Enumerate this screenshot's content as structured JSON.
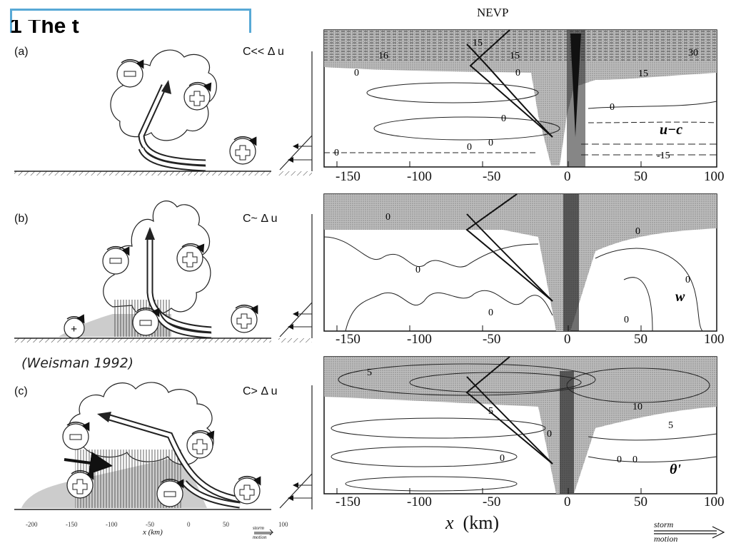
{
  "slide": {
    "title_fragment": "1 The t",
    "header": "NEVP",
    "citation": "(Weisman 1992)"
  },
  "panels": [
    {
      "id": "a",
      "label": "(a)",
      "regime": "C<< Δ u"
    },
    {
      "id": "b",
      "label": "(b)",
      "regime": "C~ Δ u"
    },
    {
      "id": "c",
      "label": "(c)",
      "regime": "C> Δ u"
    }
  ],
  "vortex_signs": {
    "plus": "+",
    "minus": "−"
  },
  "schematic_axis": {
    "ticks": [
      "-200",
      "-150",
      "-100",
      "-50",
      "0",
      "50",
      "100"
    ],
    "label": "x (km)",
    "motion_label": [
      "storm",
      "motion"
    ]
  },
  "plots": [
    {
      "name": "u-c",
      "field_label": "u−c",
      "contour_labels": [
        "16",
        "15",
        "15",
        "30",
        "0",
        "0",
        "15",
        "0",
        "0",
        "0",
        "0",
        "0",
        "-15"
      ]
    },
    {
      "name": "w",
      "field_label": "w",
      "contour_labels": [
        "0",
        "0",
        "0",
        "0",
        "0",
        "0"
      ]
    },
    {
      "name": "theta",
      "field_label": "θ'",
      "contour_labels": [
        "5",
        "5",
        "10",
        "5",
        "0",
        "0",
        "0",
        "0"
      ]
    }
  ],
  "plot_axis": {
    "ticks": [
      "-150",
      "-100",
      "-50",
      "0",
      "50",
      "100"
    ],
    "label": "x  (km)",
    "motion_label": [
      "storm",
      "motion"
    ]
  }
}
